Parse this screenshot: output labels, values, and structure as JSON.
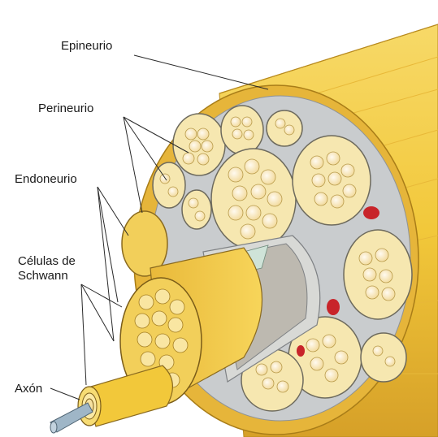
{
  "labels": {
    "epineurio": "Epineurio",
    "perineurio": "Perineurio",
    "endoneurio": "Endoneurio",
    "celulas_line1": "Células de",
    "celulas_line2": "Schwann",
    "axon": "Axón"
  },
  "colors": {
    "epineurio_yellow": "#f2c83a",
    "epineurio_dark": "#d9a62a",
    "perineurio_gray": "#c9ccce",
    "fascicle_fill": "#f6e7b0",
    "axon_cell": "#fbf3d6",
    "blood_vessel": "#c8242a",
    "axon_core": "#9fb6c7"
  }
}
